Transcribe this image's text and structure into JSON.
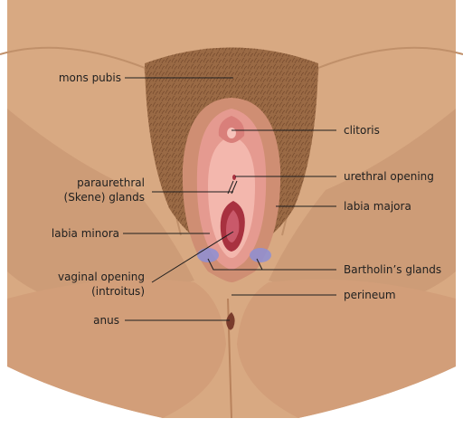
{
  "labels": {
    "mons_pubis": "mons pubis",
    "clitoris": "clitoris",
    "paraurethral_1": "paraurethral",
    "paraurethral_2": "(Skene) glands",
    "urethral_opening": "urethral opening",
    "labia_majora": "labia majora",
    "labia_minora": "labia minora",
    "vaginal_opening_1": "vaginal opening",
    "vaginal_opening_2": "(introitus)",
    "bartholins_glands": "Bartholin’s glands",
    "perineum": "perineum",
    "anus": "anus"
  },
  "colors": {
    "skin_base": "#d8a982",
    "skin_shadow": "#c38f68",
    "hair": "#8a5a38",
    "labia_majora": "#cf8e73",
    "labia_minora": "#e59a90",
    "inner_pink": "#f3b7ad",
    "vaginal_opening": "#a8313f",
    "bartholin_glands": "#8d8fd6",
    "leader_lines": "#1e1e1e"
  }
}
